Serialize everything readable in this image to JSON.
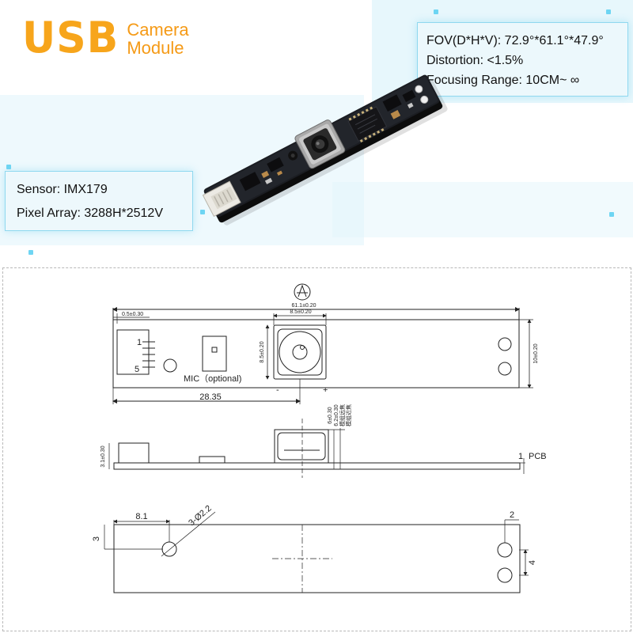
{
  "brand": {
    "usb": "USB",
    "line1": "Camera",
    "line2": "Module"
  },
  "optics_box": {
    "fov": "FOV(D*H*V): 72.9°*61.1°*47.9°",
    "distortion": "Distortion: <1.5%",
    "focus": "Focusing Range: 10CM~ ∞"
  },
  "sensor_box": {
    "sensor": "Sensor: IMX179",
    "pixels": "Pixel Array: 3288H*2512V"
  },
  "top_view": {
    "overall_width": "61.1±0.20",
    "pin_offset": "0.5±0.30",
    "lens_width": "8.5±0.20",
    "lens_height": "8.5±0.20",
    "board_height": "10±0.20",
    "pin_first": "1",
    "pin_last": "5",
    "mic_label": "MIC（optional)",
    "mic_distance": "28.35",
    "minus": "-",
    "plus": "+"
  },
  "side_view": {
    "connector_height": "3.1±0.30",
    "lens_h1": "6±0.30",
    "lens_h2": "6.2±0.30",
    "focus_far": "模组远焦",
    "focus_near": "模组近焦",
    "pcb_thickness": "1",
    "pcb_label": "PCB"
  },
  "bottom_view": {
    "hole_x": "8.1",
    "hole_spec": "3-Ø2.2",
    "hole_y": "3",
    "right_x": "2",
    "right_spacing": "4"
  }
}
